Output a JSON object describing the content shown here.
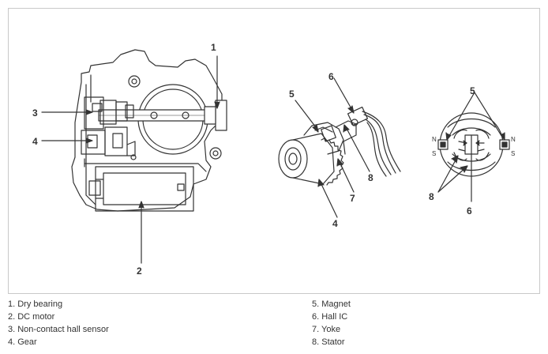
{
  "figure": {
    "callouts": {
      "c1": "1",
      "c2": "2",
      "c3": "3",
      "c4": "4",
      "c4b": "4",
      "c5": "5",
      "c5b": "5",
      "c6": "6",
      "c6b": "6",
      "c7": "7",
      "c8": "8",
      "c8b": "8"
    },
    "poles": {
      "n_left": "N",
      "s_left": "S",
      "n_right": "N",
      "s_right": "S"
    }
  },
  "legend": {
    "left": [
      "1. Dry bearing",
      "2. DC motor",
      "3. Non-contact hall sensor",
      "4. Gear"
    ],
    "right": [
      "5. Magnet",
      "6. Hall IC",
      "7. Yoke",
      "8. Stator"
    ]
  }
}
